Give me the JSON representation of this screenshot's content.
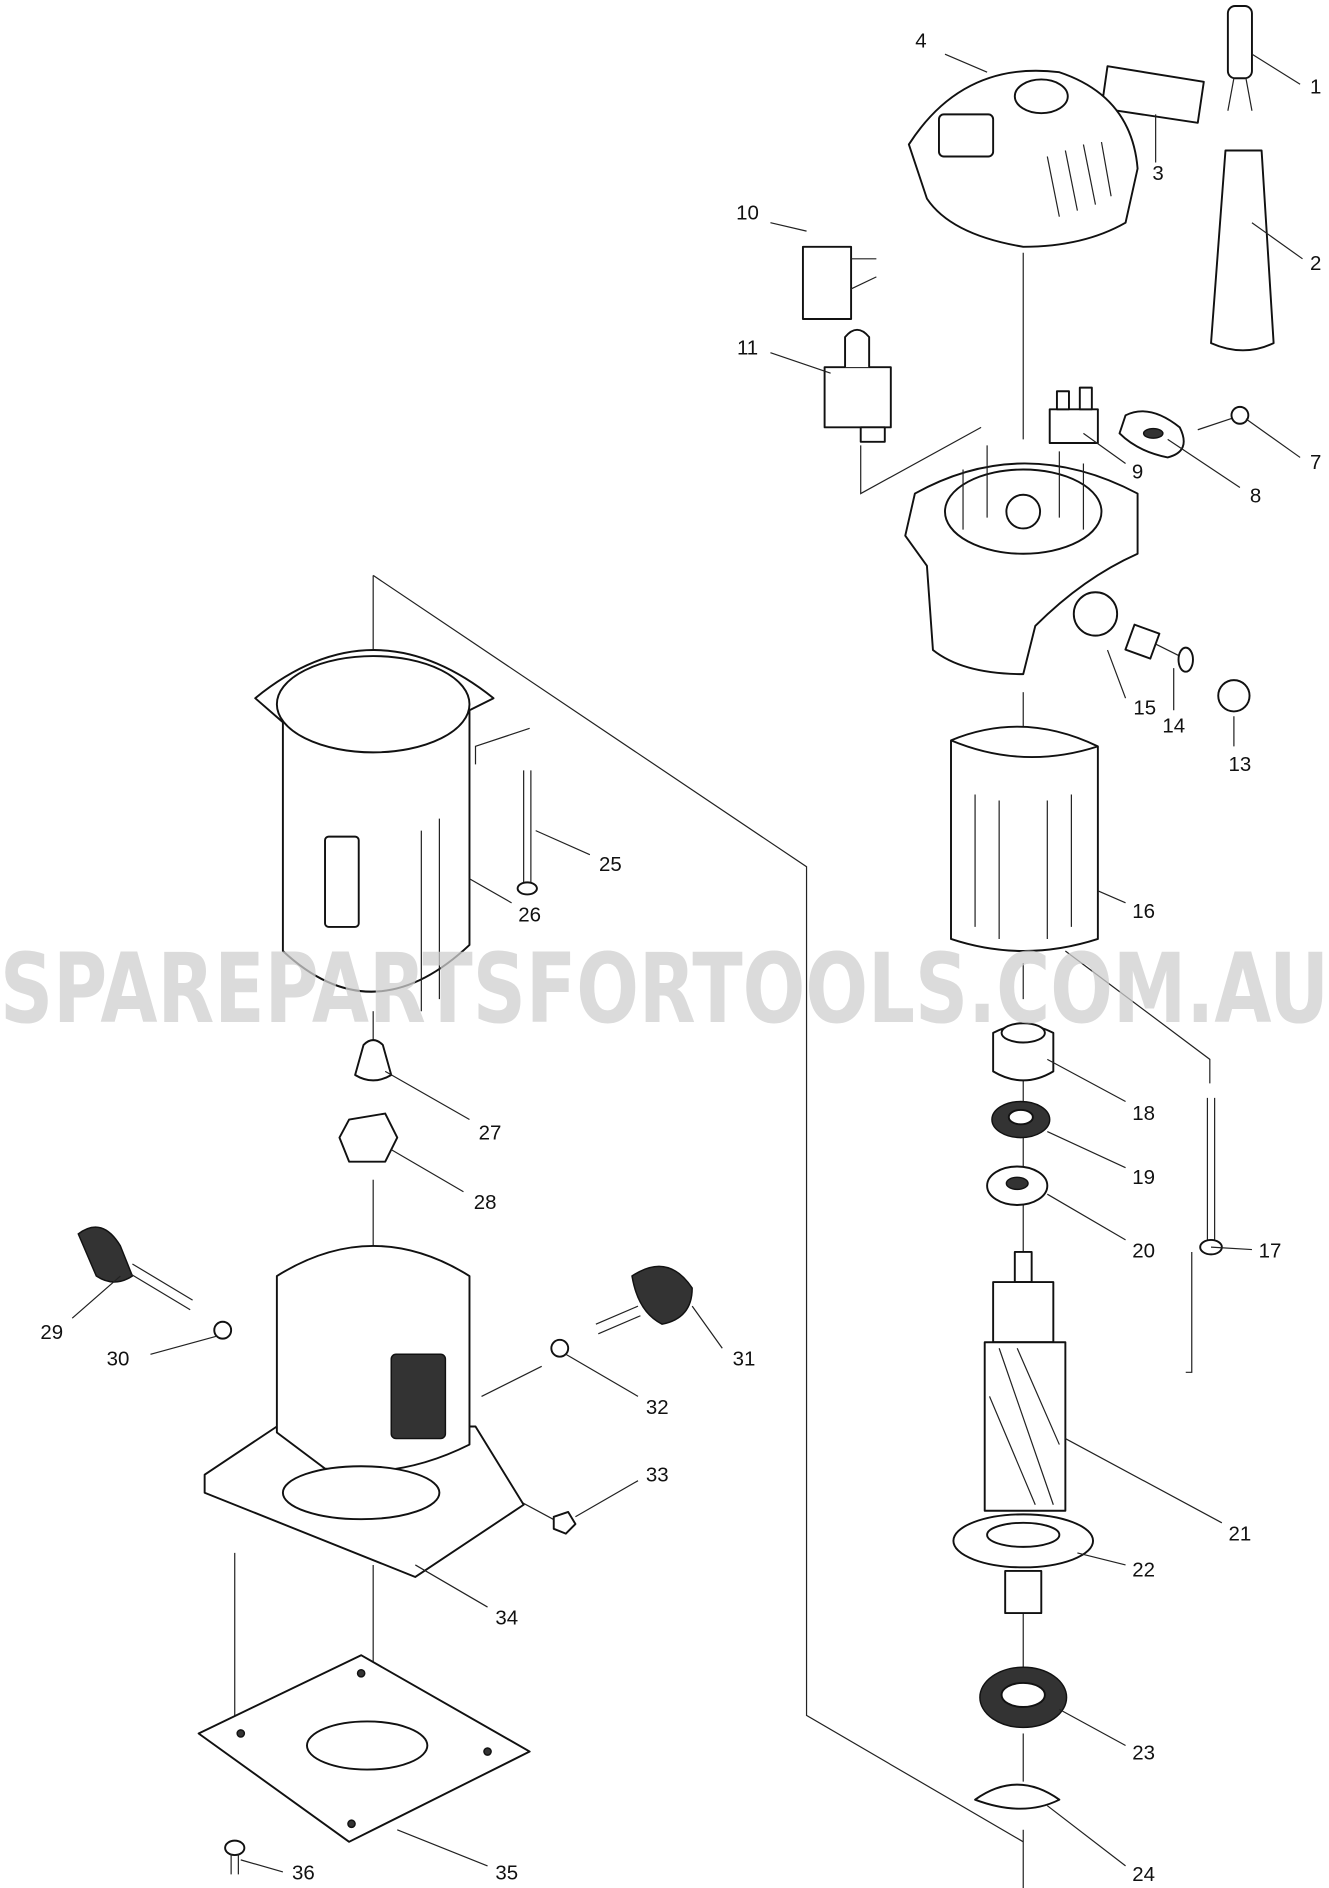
{
  "watermark": "SPAREPARTSFORTOOLS.COM.AU",
  "colors": {
    "line": "#111111",
    "background": "#ffffff",
    "watermark": "#cfcfcf"
  },
  "labels": {
    "p1": "1",
    "p2": "2",
    "p3": "3",
    "p4": "4",
    "p7": "7",
    "p8": "8",
    "p9": "9",
    "p10": "10",
    "p11": "11",
    "p13": "13",
    "p14": "14",
    "p15": "15",
    "p16": "16",
    "p17": "17",
    "p18": "18",
    "p19": "19",
    "p20": "20",
    "p21": "21",
    "p22": "22",
    "p23": "23",
    "p24": "24",
    "p25": "25",
    "p26": "26",
    "p27": "27",
    "p28": "28",
    "p29": "29",
    "p30": "30",
    "p31": "31",
    "p32": "32",
    "p33": "33",
    "p34": "34",
    "p35": "35",
    "p36": "36"
  }
}
